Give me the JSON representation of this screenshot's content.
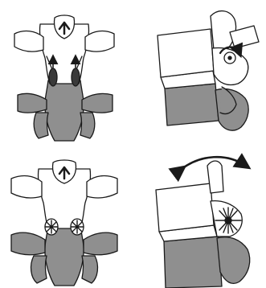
{
  "figure": {
    "panels": [
      {
        "id": "top-left",
        "view": "posterior",
        "motion": "up-arrow"
      },
      {
        "id": "top-right",
        "view": "lateral",
        "motion": "rotation-arrow"
      },
      {
        "id": "bottom-left",
        "view": "posterior",
        "motion": "up-arrow-with-impingement"
      },
      {
        "id": "bottom-right",
        "view": "lateral",
        "motion": "rocking-double-arrow-with-impingement"
      }
    ],
    "colors": {
      "light_bone": "#ffffff",
      "dark_bone": "#8f8f8f",
      "outline": "#1a1a1a",
      "background": "#ffffff"
    }
  }
}
